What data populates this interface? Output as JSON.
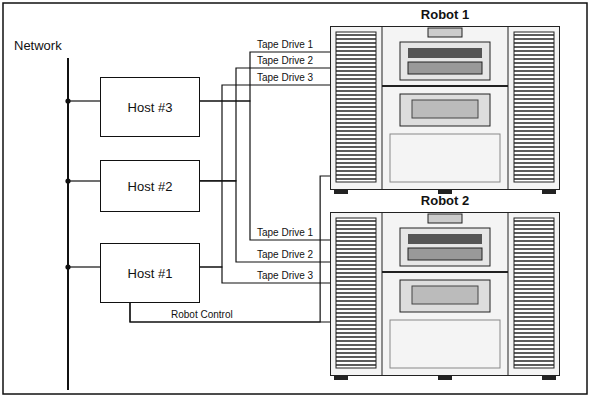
{
  "diagram": {
    "nodes": [
      {
        "text": [
          "Host #3"
        ]
      },
      {
        "text": [
          "Host #2"
        ]
      },
      {
        "text": [
          "Host #1"
        ]
      },
      {
        "text": [
          "Robot 1"
        ]
      },
      {
        "text": [
          "Robot 2"
        ]
      }
    ],
    "edges": [
      {
        "from": 0,
        "to": 3,
        "arrow": "none",
        "label": "Tape Drive 1"
      },
      {
        "from": 1,
        "to": 3,
        "arrow": "none",
        "label": "Tape Drive 2"
      },
      {
        "from": 2,
        "to": 3,
        "arrow": "none",
        "label": "Tape Drive 3"
      },
      {
        "from": 0,
        "to": 4,
        "arrow": "none",
        "label": "Tape Drive 1"
      },
      {
        "from": 1,
        "to": 4,
        "arrow": "none",
        "label": "Tape Drive 2"
      },
      {
        "from": 2,
        "to": 4,
        "arrow": "none",
        "label": "Tape Drive 3"
      },
      {
        "from": 2,
        "to": 4,
        "arrow": "none",
        "label": "Robot Control"
      },
      {
        "from": 2,
        "to": 3,
        "arrow": "none"
      }
    ],
    "labels": [
      "Network"
    ]
  }
}
